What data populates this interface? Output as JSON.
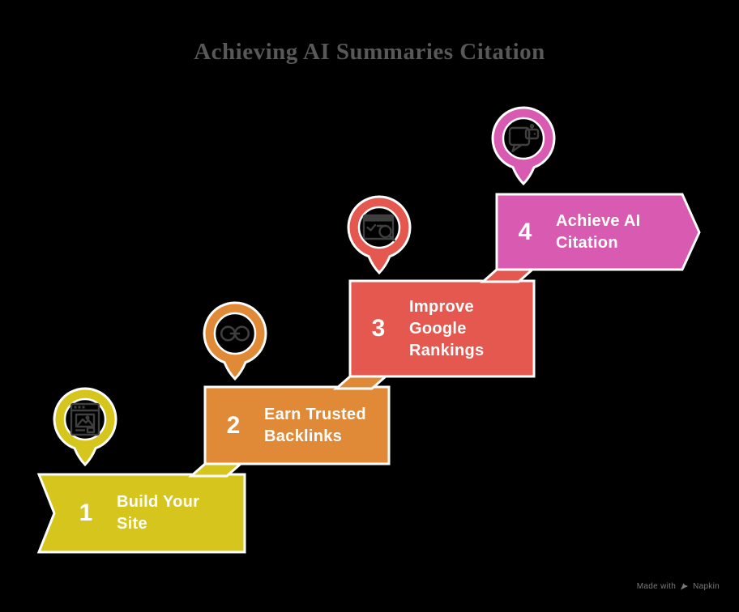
{
  "title": "Achieving AI Summaries Citation",
  "steps": [
    {
      "number": "1",
      "label": "Build Your Site",
      "lines": [
        "Build Your",
        "Site"
      ],
      "color": "#d6c51c",
      "icon": "website-builder-icon"
    },
    {
      "number": "2",
      "label": "Earn Trusted Backlinks",
      "lines": [
        "Earn Trusted",
        "Backlinks"
      ],
      "color": "#e08a38",
      "icon": "backlink-chain-icon"
    },
    {
      "number": "3",
      "label": "Improve Google Rankings",
      "lines": [
        "Improve",
        "Google",
        "Rankings"
      ],
      "color": "#e4584f",
      "icon": "search-ranking-icon"
    },
    {
      "number": "4",
      "label": "Achieve AI Citation",
      "lines": [
        "Achieve AI",
        "Citation"
      ],
      "color": "#d95ab1",
      "icon": "ai-chat-bot-icon"
    }
  ],
  "credit": {
    "made_with": "Made with",
    "brand": "Napkin"
  },
  "colors": {
    "background": "#000000",
    "outline": "#ffffff",
    "icon_stroke": "#3f3f3f",
    "title_text": "#58585a",
    "step_text": "#ffffff",
    "credit_text": "#7a7a7a"
  }
}
